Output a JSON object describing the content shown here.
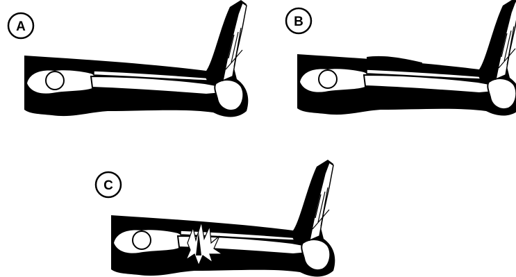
{
  "panels": [
    {
      "id": "A",
      "label": "A",
      "variant": "intact"
    },
    {
      "id": "B",
      "label": "B",
      "variant": "swollen-shin"
    },
    {
      "id": "C",
      "label": "C",
      "variant": "fractured"
    }
  ],
  "colors": {
    "ink": "#000000",
    "paper": "#ffffff"
  }
}
